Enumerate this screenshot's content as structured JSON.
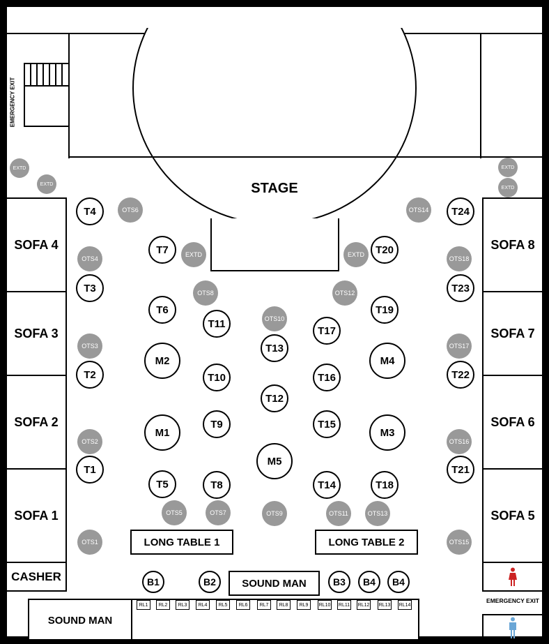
{
  "labels": {
    "stage": "STAGE",
    "emergency_exit_left": "EMERGENCY EXIT",
    "emergency_exit_right": "EMERGENCY EXIT",
    "casher": "CASHER",
    "sound_man_center": "SOUND MAN",
    "sound_man_bottom": "SOUND MAN",
    "long_table_1": "LONG TABLE 1",
    "long_table_2": "LONG TABLE 2"
  },
  "sofas": [
    {
      "id": "sofa-4",
      "label": "SOFA 4"
    },
    {
      "id": "sofa-3",
      "label": "SOFA 3"
    },
    {
      "id": "sofa-2",
      "label": "SOFA 2"
    },
    {
      "id": "sofa-1",
      "label": "SOFA 1"
    },
    {
      "id": "sofa-8",
      "label": "SOFA 8"
    },
    {
      "id": "sofa-7",
      "label": "SOFA 7"
    },
    {
      "id": "sofa-6",
      "label": "SOFA 6"
    },
    {
      "id": "sofa-5",
      "label": "SOFA 5"
    }
  ],
  "tables": [
    "T1",
    "T2",
    "T3",
    "T4",
    "T5",
    "T6",
    "T7",
    "T8",
    "T9",
    "T10",
    "T11",
    "T12",
    "T13",
    "T14",
    "T15",
    "T16",
    "T17",
    "T18",
    "T19",
    "T20",
    "T21",
    "T22",
    "T23",
    "T24",
    "M1",
    "M2",
    "M3",
    "M4",
    "M5",
    "B1",
    "B2",
    "B3",
    "B4",
    "B4"
  ],
  "ots": [
    "OTS1",
    "OTS2",
    "OTS3",
    "OTS4",
    "OTS5",
    "OTS6",
    "OTS7",
    "OTS8",
    "OTS9",
    "OTS10",
    "OTS11",
    "OTS12",
    "OTS13",
    "OTS14",
    "OTS15",
    "OTS16",
    "OTS17",
    "OTS18"
  ],
  "extd": [
    "EXTD",
    "EXTD",
    "EXTD",
    "EXTD",
    "EXTD",
    "EXTD"
  ],
  "rail": [
    "RL1",
    "RL2",
    "RL3",
    "RL4",
    "RL5",
    "RL6",
    "RL7",
    "RL8",
    "RL9",
    "RL10",
    "RL11",
    "RL12",
    "RL13",
    "RL14"
  ],
  "colors": {
    "wall": "#000000",
    "ots": "#999999",
    "women_icon": "#cc2222",
    "men_icon": "#6aa6d6"
  },
  "icons": {
    "dj": "turntable-icon",
    "women": "woman-restroom-icon",
    "men": "man-restroom-icon"
  }
}
